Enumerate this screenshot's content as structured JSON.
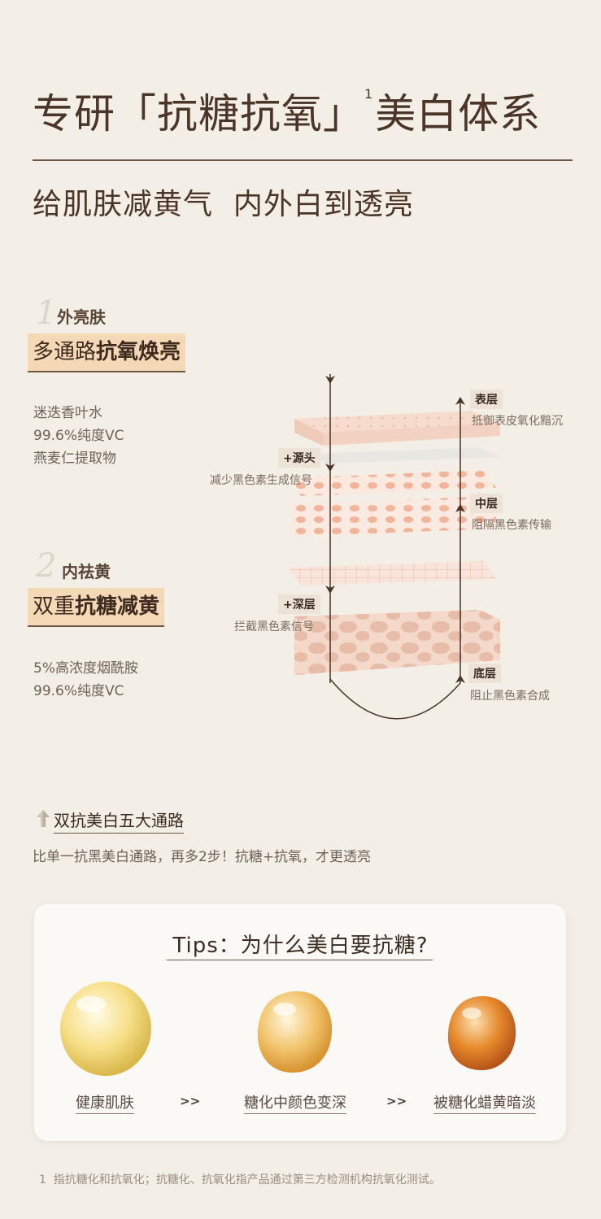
{
  "header": {
    "title_pre": "专研「抗糖抗氧」",
    "title_sup": "1",
    "title_post": "美白体系",
    "subtitle": "给肌肤减黄气  内外白到透亮"
  },
  "section1": {
    "number": "1",
    "label": "外亮肤",
    "hl_normal": "多通路",
    "hl_bold": "抗氧焕亮",
    "ingredients": [
      "迷迭香叶水",
      "99.6%纯度VC",
      "燕麦仁提取物"
    ]
  },
  "section2": {
    "number": "2",
    "label": "内祛黄",
    "hl_normal": "双重",
    "hl_bold": "抗糖减黄",
    "ingredients": [
      "5%高浓度烟酰胺",
      "99.6%纯度VC"
    ]
  },
  "diagram": {
    "left_tags": [
      {
        "tag": "+源头",
        "desc": "减少黑色素生成信号"
      },
      {
        "tag": "+深层",
        "desc": "拦截黑色素信号"
      }
    ],
    "right_tags": [
      {
        "tag": "表层",
        "desc": "抵御表皮氧化黯沉"
      },
      {
        "tag": "中层",
        "desc": "阻隔黑色素传输"
      },
      {
        "tag": "底层",
        "desc": "阻止黑色素合成"
      }
    ]
  },
  "paths": {
    "title": "双抗美白五大通路",
    "desc": "比单一抗黑美白通路，再多2步！抗糖+抗氧，才更透亮"
  },
  "tips": {
    "title": "Tips：为什么美白要抗糖?",
    "stages": [
      "健康肌肤",
      "糖化中颜色变深",
      "被糖化蜡黄暗淡"
    ],
    "arrow": ">>"
  },
  "footnote": "1  指抗糖化和抗氧化；抗糖化、抗氧化指产品通过第三方检测机构抗氧化测试。",
  "colors": {
    "background": "#f3efe7",
    "highlight": "#f5d9b6",
    "text_dark": "#4b3528",
    "skin_pink": "#f2c9b8"
  }
}
